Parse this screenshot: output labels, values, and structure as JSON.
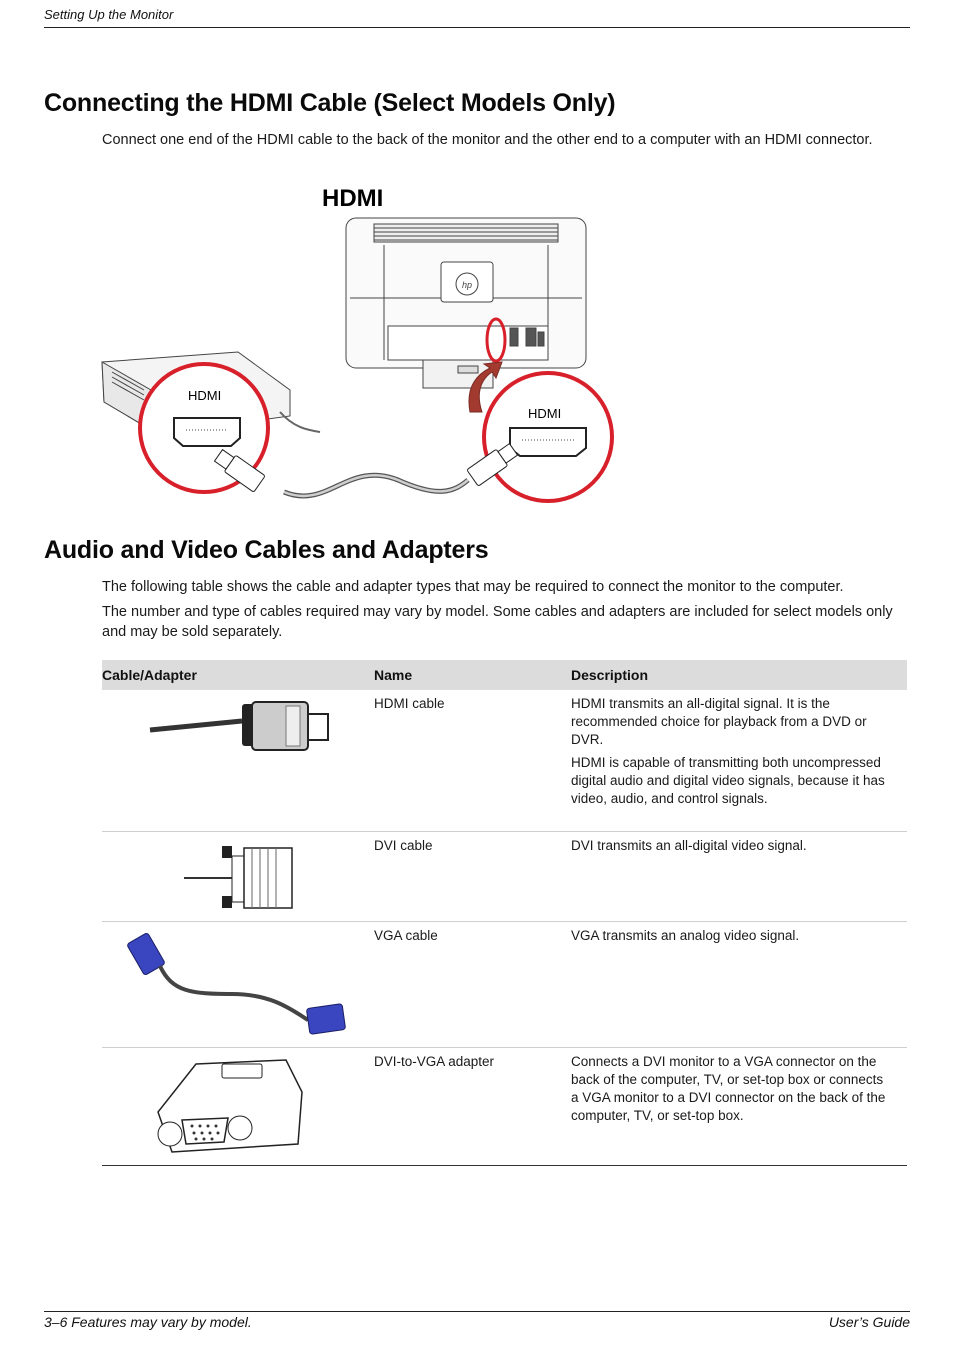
{
  "header": {
    "running_title": "Setting Up the Monitor"
  },
  "section1": {
    "title": "Connecting the HDMI Cable (Select Models Only)",
    "body": "Connect one end of the HDMI cable to the back of the monitor and the other end to a computer with an HDMI connector."
  },
  "figure": {
    "title": "HDMI",
    "left_callout_label": "HDMI",
    "right_callout_label": "HDMI",
    "callout_color": "#d8202a"
  },
  "section2": {
    "title": "Audio and Video Cables and Adapters",
    "body1": "The following table shows the cable and adapter types that may be required to connect the monitor to the computer.",
    "body2": "The number and type of cables required may vary by model. Some cables and adapters are included for select models only and may be sold separately."
  },
  "table": {
    "headers": [
      "Cable/Adapter",
      "Name",
      "Description"
    ],
    "rows": [
      {
        "image_icon": "hdmi-cable-icon",
        "name": "HDMI cable",
        "desc1": "HDMI transmits an all-digital signal. It is the recommended choice for playback from a DVD or DVR.",
        "desc2": "HDMI is capable of transmitting both uncompressed digital audio and digital video signals, because it has video, audio, and control signals."
      },
      {
        "image_icon": "dvi-cable-icon",
        "name": "DVI cable",
        "desc1": "DVI transmits an all-digital video signal."
      },
      {
        "image_icon": "vga-cable-icon",
        "name": "VGA cable",
        "desc1": "VGA transmits an analog video signal."
      },
      {
        "image_icon": "dvi-to-vga-adapter-icon",
        "name": "DVI-to-VGA adapter",
        "desc1": "Connects a DVI monitor to a VGA connector on the back of the computer, TV, or set-top box or connects a VGA monitor to a DVI connector on the back of the computer, TV, or set-top box."
      }
    ]
  },
  "footer": {
    "left": "3–6  Features may vary by model.",
    "right": "User’s Guide"
  }
}
